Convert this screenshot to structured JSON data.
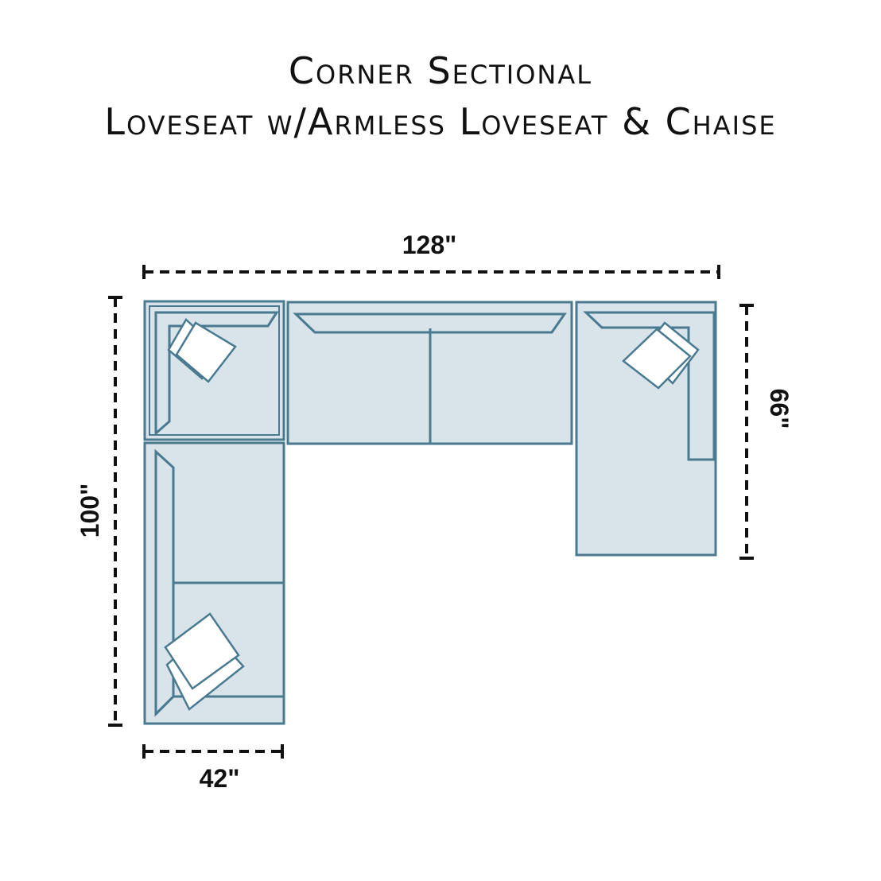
{
  "title": {
    "line1": "Corner Sectional",
    "line2": "Loveseat w/Armless Loveseat & Chaise"
  },
  "dimensions": {
    "overall_width": "128\"",
    "overall_depth": "100\"",
    "arm_width": "42\"",
    "chaise_depth": "66\""
  },
  "colors": {
    "upholstery_fill": "#d8e3ea",
    "upholstery_stroke": "#4a7a90",
    "dimension_line": "#111111",
    "pillow_fill": "#ffffff"
  }
}
